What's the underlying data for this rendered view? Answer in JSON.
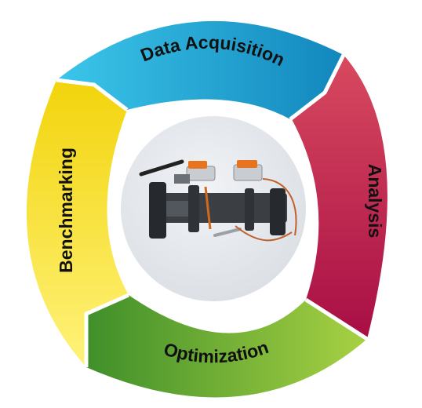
{
  "diagram": {
    "type": "cycle",
    "stages": [
      {
        "id": "data-acquisition",
        "label": "Data Acquisition",
        "color": "#1596c6",
        "color_light": "#32c2e6"
      },
      {
        "id": "analysis",
        "label": "Analysis",
        "color": "#b8124a",
        "color_light": "#d63f5c"
      },
      {
        "id": "optimization",
        "label": "Optimization",
        "color": "#4a9b2c",
        "color_light": "#92c940"
      },
      {
        "id": "benchmarking",
        "label": "Benchmarking",
        "color": "#f6e218",
        "color_light": "#fff26a"
      }
    ],
    "center": {
      "image": "valve-assembly",
      "ring_color": "#ffffff",
      "disc_color": "#e6e9ee"
    }
  }
}
